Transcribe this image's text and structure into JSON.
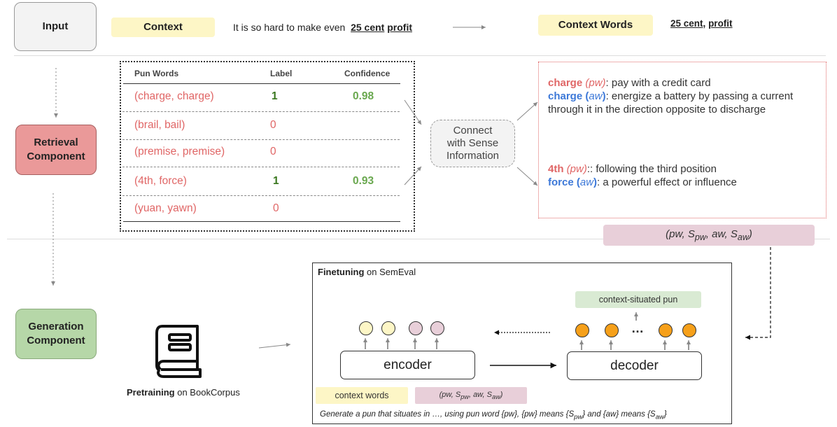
{
  "components": {
    "input": "Input",
    "retrieval": [
      "Retrieval",
      "Component"
    ],
    "generation": [
      "Generation",
      "Component"
    ]
  },
  "top": {
    "context_label": "Context",
    "sentence_prefix": "It is so hard to make even",
    "sentence_w1": "25 cent",
    "sentence_w2": "profit",
    "context_words_label": "Context Words",
    "context_words_w1": "25 cent",
    "context_words_sep": ",",
    "context_words_w2": "profit"
  },
  "table": {
    "headers": [
      "Pun Words",
      "Label",
      "Confidence"
    ],
    "rows": [
      {
        "pun": "(charge, charge)",
        "label": "1",
        "confidence": "0.98"
      },
      {
        "pun": "(brail, bail)",
        "label": "0",
        "confidence": ""
      },
      {
        "pun": "(premise, premise)",
        "label": "0",
        "confidence": ""
      },
      {
        "pun": "(4th, force)",
        "label": "1",
        "confidence": "0.93"
      },
      {
        "pun": "(yuan, yawn)",
        "label": "0",
        "confidence": ""
      }
    ]
  },
  "connect": [
    "Connect",
    "with Sense",
    "Information"
  ],
  "senses": {
    "charge_pw_word": "charge",
    "charge_pw_tag": "(pw)",
    "charge_pw_def": ": pay with a credit card",
    "charge_aw_word": "charge",
    "charge_aw_tag_open": "(",
    "charge_aw_tag": "aw",
    "charge_aw_tag_close": ")",
    "charge_aw_def1": ": energize a battery by passing a current",
    "charge_aw_def2": "through it in the direction opposite to discharge",
    "fourth_word": "4th",
    "fourth_tag": "(pw)",
    "fourth_def": ":: following the third position",
    "force_word": "force",
    "force_tag_open": "(",
    "force_tag": "aw",
    "force_tag_close": ")",
    "force_def": ": a powerful effect or influence"
  },
  "tuple": {
    "pw": "pw",
    "s": "S",
    "pw_sub": "pw",
    "aw": "aw",
    "aw_sub": "aw"
  },
  "finetune": {
    "title_bold": "Finetuning",
    "title_rest": " on SemEval",
    "output_label": "context-situated pun",
    "encoder": "encoder",
    "decoder": "decoder",
    "ellipsis": "…",
    "context_words_chip": "context words",
    "prompt_prefix": "Generate a pun that situates in …, using pun word {pw}, {pw} means {S",
    "prompt_sub1": "pw",
    "prompt_mid": "} and {aw} means {S",
    "prompt_sub2": "aw",
    "prompt_end": "}"
  },
  "pretrain": {
    "bold": "Pretraining",
    "rest": " on BookCorpus"
  },
  "colors": {
    "red": "#e06666",
    "blue": "#3c78d8",
    "green": "#38761d",
    "yellow": "#fdf6c6",
    "pink": "#e8cfd9",
    "retrieval": "#ea9999",
    "generation": "#b6d7a8",
    "orange": "#f6a01a"
  }
}
